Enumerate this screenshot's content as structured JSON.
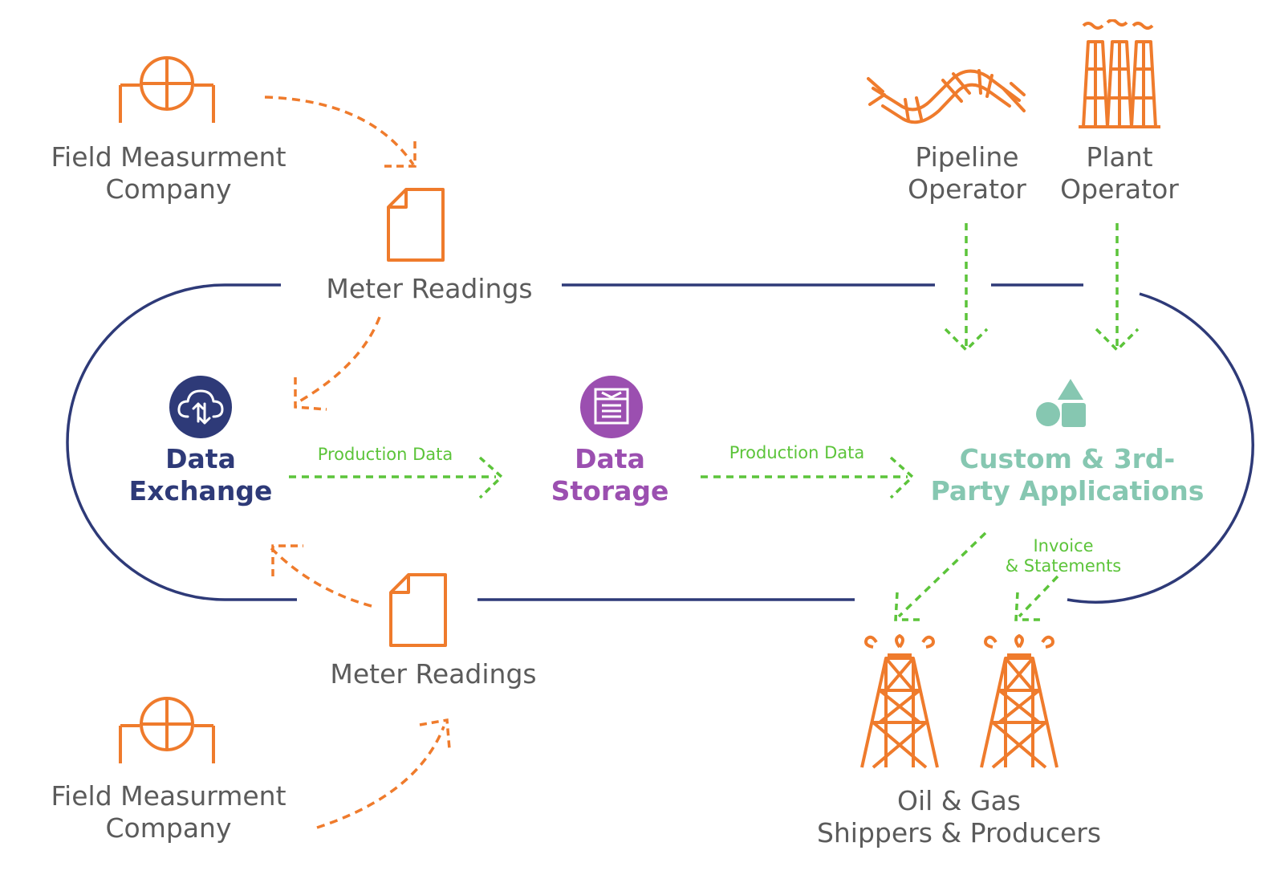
{
  "colors": {
    "orange": "#ef7b2c",
    "navy": "#2e3a78",
    "purple": "#9b4fb0",
    "teal": "#86c7b1",
    "green": "#5cc43a",
    "gray": "#5b5b5b"
  },
  "nodes": {
    "field_top": {
      "line1": "Field Measurment",
      "line2": "Company",
      "icon": "meter-valve-icon"
    },
    "field_bottom": {
      "line1": "Field Measurment",
      "line2": "Company",
      "icon": "meter-valve-icon"
    },
    "meter_top": {
      "label": "Meter Readings",
      "icon": "document-icon"
    },
    "meter_bottom": {
      "label": "Meter Readings",
      "icon": "document-icon"
    },
    "pipeline": {
      "line1": "Pipeline",
      "line2": "Operator",
      "icon": "pipeline-icon"
    },
    "plant": {
      "line1": "Plant",
      "line2": "Operator",
      "icon": "plant-icon"
    },
    "exchange": {
      "line1": "Data",
      "line2": "Exchange",
      "icon": "cloud-sync-icon"
    },
    "storage": {
      "line1": "Data",
      "line2": "Storage",
      "icon": "database-icon"
    },
    "apps": {
      "line1": "Custom & 3rd-",
      "line2": "Party Applications",
      "icon": "shapes-icon"
    },
    "shippers": {
      "line1": "Oil & Gas",
      "line2": "Shippers & Producers",
      "icon": "oil-derrick-icon"
    }
  },
  "flows": {
    "production_1": "Production Data",
    "production_2": "Production Data",
    "invoice_line1": "Invoice",
    "invoice_line2": "& Statements"
  }
}
